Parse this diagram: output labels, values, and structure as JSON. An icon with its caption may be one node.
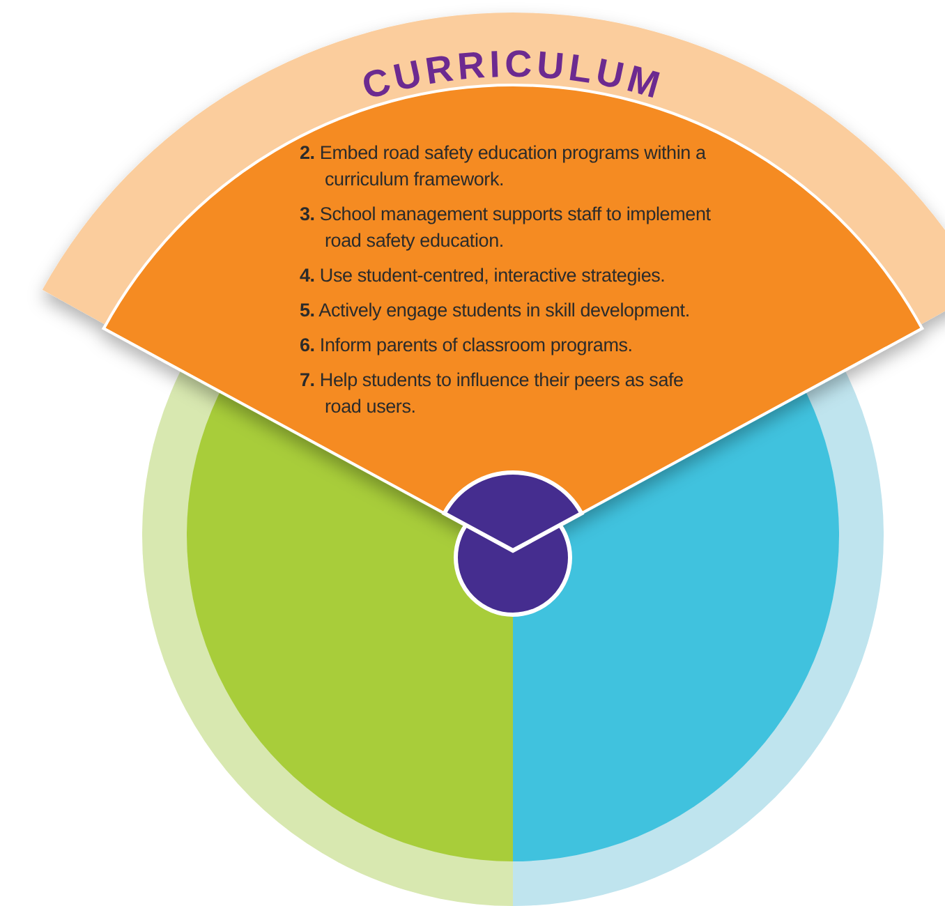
{
  "diagram": {
    "nodes": [
      {
        "text": [
          "CURRICULUM",
          "**2.** Embed road safety education programs within a curriculum framework.",
          "**3.** School management supports staff to implement road safety education.",
          "**4.** Use student-centred, interactive strategies.",
          "**5.** Actively engage students in skill development.",
          "**6.** Inform parents of classroom programs.",
          "**7.** Help students to influence their peers as safe road users."
        ]
      },
      {
        "text": [],
        "shape": "circle"
      }
    ]
  }
}
